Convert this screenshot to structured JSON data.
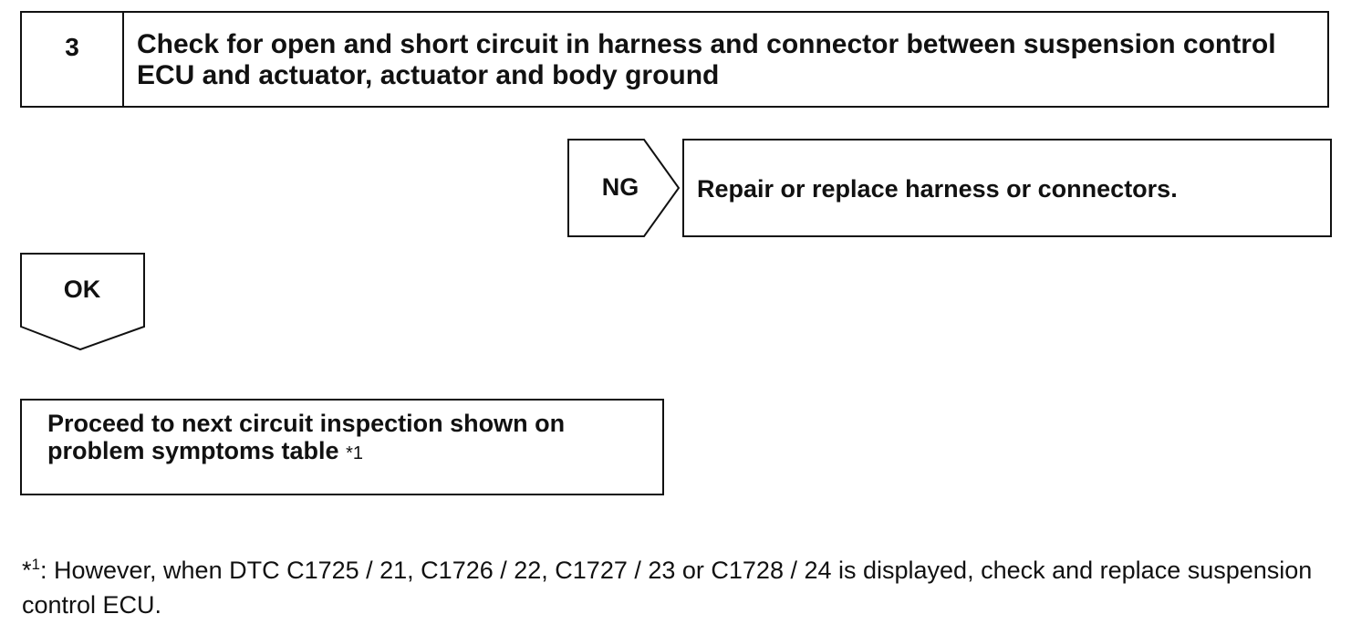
{
  "step": {
    "number": "3",
    "title": "Check for open and short circuit in harness and connector between suspension control ECU and actuator, actuator and body ground"
  },
  "ng_branch": {
    "label": "NG",
    "result": "Repair or replace harness or connectors."
  },
  "ok_branch": {
    "label": "OK"
  },
  "proceed": {
    "text": "Proceed to next circuit inspection shown on problem symptoms table",
    "note_mark": "*1"
  },
  "footnote": {
    "mark_star": "*",
    "mark_num": "1",
    "text": ": However, when DTC C1725 / 21, C1726 / 22, C1727 / 23 or C1728 / 24 is displayed, check and replace suspension control ECU."
  },
  "colors": {
    "line": "#111111",
    "background": "#ffffff"
  }
}
